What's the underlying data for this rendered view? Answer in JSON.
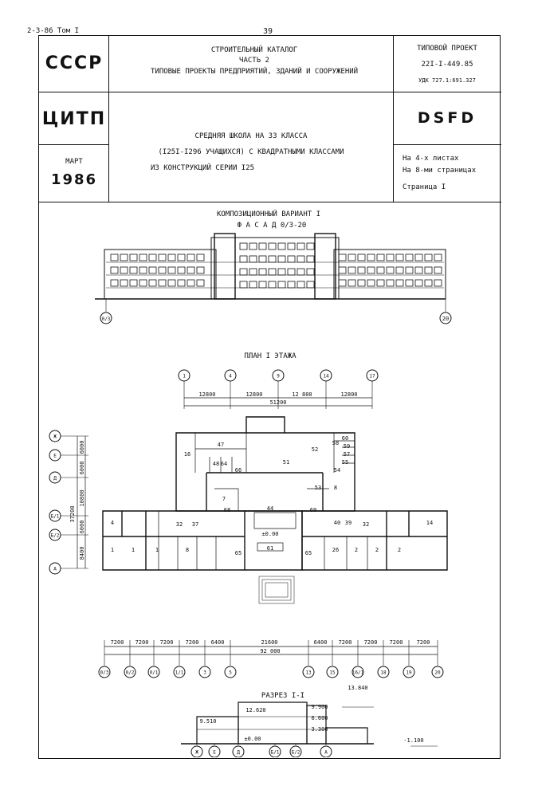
{
  "top": {
    "doc_ref": "2-3-86 Том I",
    "page_num": "39"
  },
  "header": {
    "org1": "СССР",
    "catalog_title": "СТРОИТЕЛЬНЫЙ КАТАЛОГ",
    "catalog_part": "ЧАСТЬ 2",
    "catalog_subtitle": "ТИПОВЫЕ ПРОЕКТЫ ПРЕДПРИЯТИЙ, ЗДАНИЙ И СООРУЖЕНИЙ",
    "project_type": "ТИПОВОЙ ПРОЕКТ",
    "project_code": "22I-I-449.85",
    "udk": "УДК 727.1:691.327",
    "org2": "ЦИТП",
    "stamp": "DSFD",
    "month": "МАРТ",
    "year": "1986",
    "desc_line1": "СРЕДНЯЯ ШКОЛА НА 33 КЛАССА",
    "desc_line2": "(I25I-I296 УЧАЩИХСЯ) С КВАДРАТНЫМИ КЛАССАМИ",
    "desc_line3": "ИЗ КОНСТРУКЦИЙ СЕРИИ I25",
    "sheets": "На 4-х   листах",
    "pages": "На 8-ми страницах",
    "page": "Страница I"
  },
  "drawing": {
    "variant_title": "КОМПОЗИЦИОННЫЙ ВАРИАНТ I",
    "facade_title": "Ф А С А Д   0/3-20",
    "facade_axis_left": "0/3",
    "facade_axis_right": "20",
    "plan_title": "ПЛАН I ЭТАЖА",
    "plan_top_axes": [
      "1",
      "4",
      "9",
      "14",
      "17"
    ],
    "plan_top_dims": [
      "12800",
      "12800",
      "12 800",
      "12800"
    ],
    "plan_top_total": "51200",
    "plan_left_axes": [
      "Ж",
      "Е",
      "Д",
      "Б/1",
      "Б/2",
      "А"
    ],
    "plan_left_dims": [
      "6000",
      "6000",
      "10800",
      "6000",
      "8400"
    ],
    "plan_left_total": "37200",
    "rooms": [
      "16",
      "47",
      "48",
      "64",
      "66",
      "51",
      "52",
      "58",
      "60",
      "59",
      "57",
      "55",
      "54",
      "7",
      "53",
      "8",
      "68",
      "69",
      "4",
      "32",
      "37",
      "44",
      "40",
      "39",
      "14",
      "1",
      "1",
      "1",
      "8",
      "61",
      "65",
      "65",
      "26",
      "2",
      "2",
      "2",
      "32",
      "±0.00"
    ],
    "plan_bottom_dims": [
      "7200",
      "7200",
      "7200",
      "7200",
      "6400",
      "21600",
      "6400",
      "7200",
      "7200",
      "7200",
      "7200"
    ],
    "plan_bottom_total": "92 000",
    "plan_bottom_axes": [
      "0/3",
      "0/2",
      "0/1",
      "1/1",
      "3",
      "5",
      "13",
      "15",
      "16/1",
      "18",
      "19",
      "20"
    ],
    "section_title": "РАЗРЕЗ I-I",
    "section_marks": [
      "13.840",
      "12.620",
      "9.900",
      "6.600",
      "3.300",
      "9.510",
      "±0.00",
      "-1.100"
    ],
    "section_axes": [
      "Ж",
      "Е",
      "Д",
      "Б/1",
      "Б/2",
      "А"
    ]
  }
}
